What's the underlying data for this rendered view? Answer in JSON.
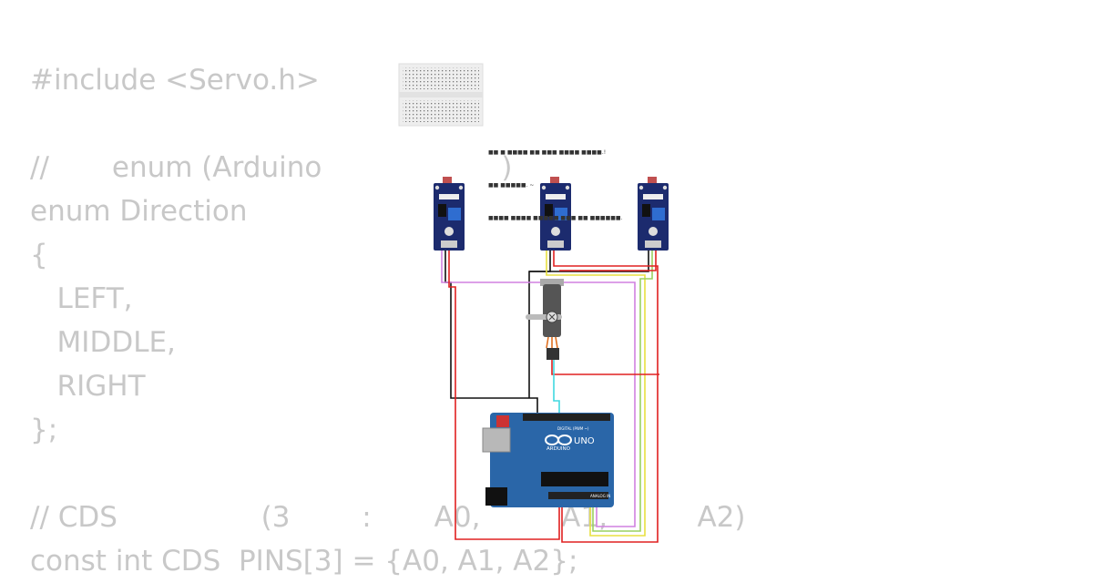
{
  "code": {
    "lines": [
      "#include <Servo.h>",
      "",
      "//       enum (Arduino                    )",
      "enum Direction",
      "{",
      "   LEFT,",
      "   MIDDLE,",
      "   RIGHT",
      "};",
      "",
      "// CDS                (3        :       A0,         A1,          A2)",
      "const int CDS  PINS[3] = {A0, A1, A2};"
    ]
  },
  "note": {
    "lines": [
      "■■ ■ ■■■■ ■■ ■■■ ■■■■ ■■■■.!",
      "■■ ■■■■■. ~",
      "■■■■ ■■■■ ■■■■■ ■■■ ■■ ■■■■■■."
    ]
  },
  "arduino": {
    "model": "UNO",
    "brand": "ARDUINO",
    "header_label": "DIGITAL (PWM ~)",
    "analog_label": "ANALOG IN"
  },
  "colors": {
    "wire_red": "#e02020",
    "wire_black": "#111111",
    "wire_yellow": "#e8e040",
    "wire_green": "#9ad060",
    "wire_violet": "#d080e0",
    "wire_cyan": "#40d8e0",
    "board_blue": "#2a66a8",
    "module_navy": "#1c2b6e"
  }
}
